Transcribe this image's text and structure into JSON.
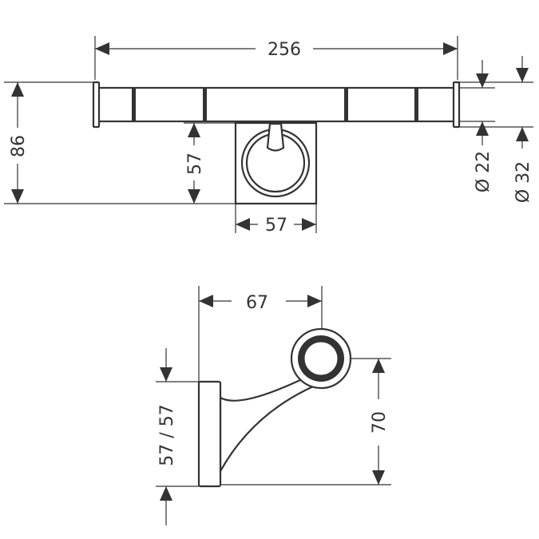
{
  "drawing": {
    "colors": {
      "stroke": "#333333",
      "background": "#ffffff"
    },
    "top_view": {
      "dims": {
        "total_length": "256",
        "overall_height": "86",
        "mount_height": "57",
        "mount_width": "57",
        "bar_dia": "Ø 22",
        "end_dia": "Ø 32"
      }
    },
    "side_view": {
      "dims": {
        "depth": "67",
        "plate_height": "57 / 57",
        "center_height": "70"
      }
    }
  }
}
